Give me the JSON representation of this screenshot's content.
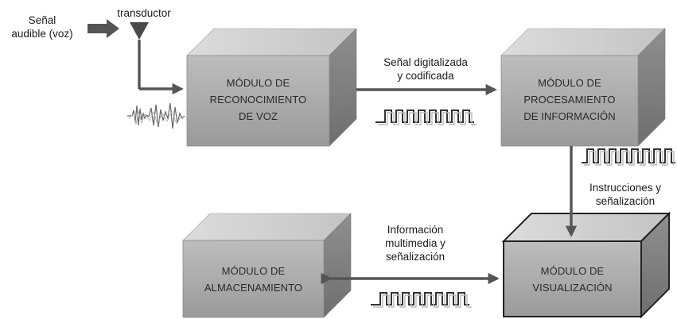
{
  "input": {
    "label_lines": [
      "Señal",
      "audible (voz)"
    ],
    "transducer_label": "transductor"
  },
  "modules": {
    "voice": {
      "lines": [
        "MÓDULO DE",
        "RECONOCIMIENTO",
        "DE VOZ"
      ]
    },
    "processing": {
      "lines": [
        "MÓDULO DE",
        "PROCESAMIENTO",
        "DE INFORMACIÓN"
      ]
    },
    "storage": {
      "lines": [
        "MÓDULO DE",
        "ALMACENAMIENTO"
      ]
    },
    "display": {
      "lines": [
        "MÓDULO DE",
        "VISUALIZACIÓN"
      ]
    }
  },
  "connections": {
    "voice_to_processing": {
      "lines": [
        "Señal digitalizada",
        "y codificada"
      ]
    },
    "processing_to_display": {
      "lines": [
        "Instrucciones y",
        "señalización"
      ]
    },
    "display_storage": {
      "lines": [
        "Información",
        "multimedia y",
        "señalización"
      ]
    }
  },
  "colors": {
    "box_front": "#a9a9a9",
    "box_top": "#d2d2d2",
    "box_side": "#8a8a8a",
    "arrow": "#555555"
  }
}
